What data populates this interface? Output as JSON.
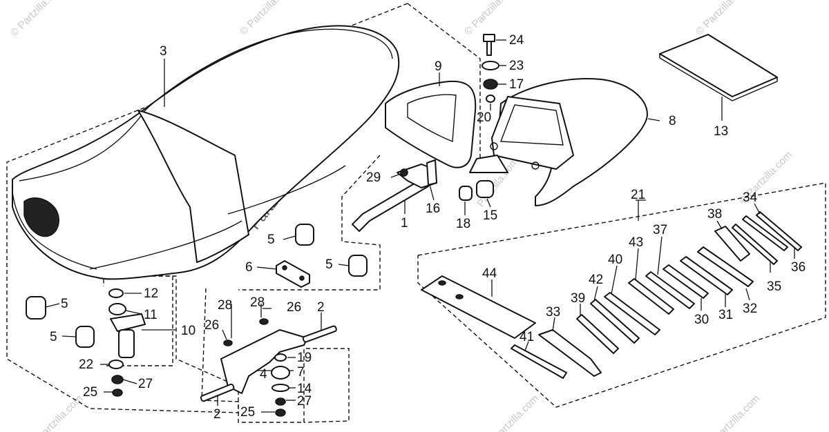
{
  "watermark": {
    "corner_text": "© Partzilla.com",
    "center_text": "Partzilla.com"
  },
  "callouts": {
    "n1": "1",
    "n2": "2",
    "n3": "3",
    "n4": "4",
    "n5": "5",
    "n6": "6",
    "n7": "7",
    "n8": "8",
    "n9": "9",
    "n10": "10",
    "n11": "11",
    "n12": "12",
    "n13": "13",
    "n14": "14",
    "n15": "15",
    "n16": "16",
    "n17": "17",
    "n18": "18",
    "n19": "19",
    "n20": "20",
    "n21": "21",
    "n22": "22",
    "n23": "23",
    "n24": "24",
    "n25": "25",
    "n26": "26",
    "n27": "27",
    "n28": "28",
    "n29": "29",
    "n30": "30",
    "n31": "31",
    "n32": "32",
    "n33": "33",
    "n34": "34",
    "n35": "35",
    "n36": "36",
    "n37": "37",
    "n38": "38",
    "n39": "39",
    "n40": "40",
    "n41": "41",
    "n42": "42",
    "n43": "43",
    "n44": "44"
  },
  "colors": {
    "line": "#111111",
    "watermark": "#c9c9c9",
    "background": "#ffffff"
  }
}
